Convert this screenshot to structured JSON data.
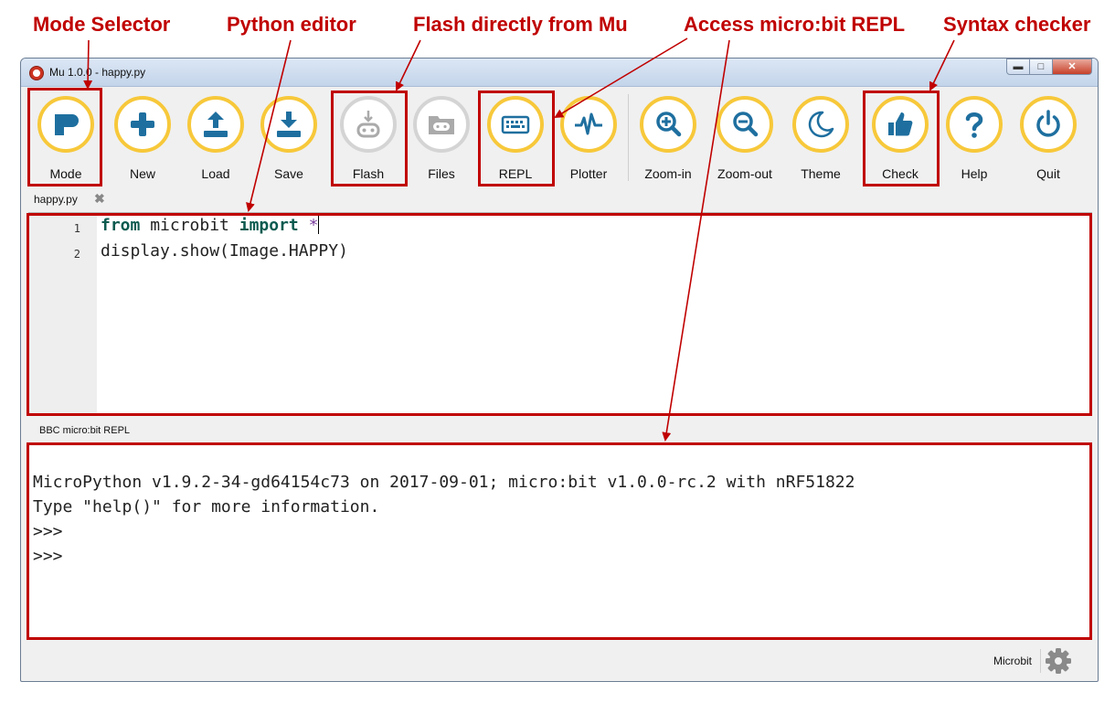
{
  "annotations": {
    "mode_selector": "Mode Selector",
    "python_editor": "Python editor",
    "flash": "Flash directly from Mu",
    "repl": "Access micro:bit REPL",
    "syntax": "Syntax checker"
  },
  "window": {
    "title": "Mu 1.0.0 - happy.py",
    "controls": {
      "minimize": "▬",
      "maximize": "□",
      "close": "✕"
    }
  },
  "toolbar": {
    "buttons": [
      {
        "label": "Mode",
        "icon": "mode-icon"
      },
      {
        "label": "New",
        "icon": "plus-icon"
      },
      {
        "label": "Load",
        "icon": "upload-icon"
      },
      {
        "label": "Save",
        "icon": "download-icon"
      },
      {
        "label": "Flash",
        "icon": "flash-icon",
        "disabled": true
      },
      {
        "label": "Files",
        "icon": "files-icon",
        "disabled": true
      },
      {
        "label": "REPL",
        "icon": "keyboard-icon"
      },
      {
        "label": "Plotter",
        "icon": "pulse-icon"
      },
      {
        "label": "Zoom-in",
        "icon": "zoom-in-icon"
      },
      {
        "label": "Zoom-out",
        "icon": "zoom-out-icon"
      },
      {
        "label": "Theme",
        "icon": "moon-icon"
      },
      {
        "label": "Check",
        "icon": "thumbs-up-icon"
      },
      {
        "label": "Help",
        "icon": "question-icon"
      },
      {
        "label": "Quit",
        "icon": "power-icon"
      }
    ]
  },
  "tabs": [
    {
      "label": "happy.py",
      "close": "✖"
    }
  ],
  "editor": {
    "lines": [
      {
        "number": "1",
        "kw1": "from",
        "mid": " microbit ",
        "kw2": "import",
        "op": " *"
      },
      {
        "number": "2",
        "text": "display.show(Image.HAPPY)"
      }
    ]
  },
  "repl": {
    "label": "BBC micro:bit REPL",
    "lines": [
      "MicroPython v1.9.2-34-gd64154c73 on 2017-09-01; micro:bit v1.0.0-rc.2 with nRF51822",
      "Type \"help()\" for more information.",
      ">>>",
      ">>>"
    ]
  },
  "status": {
    "mode": "Microbit",
    "settings_icon": "gear-icon"
  },
  "colors": {
    "accent": "#f7c83a",
    "icon": "#1e6f9f",
    "annotation": "#c00000",
    "disabled": "#d4d4d4"
  }
}
